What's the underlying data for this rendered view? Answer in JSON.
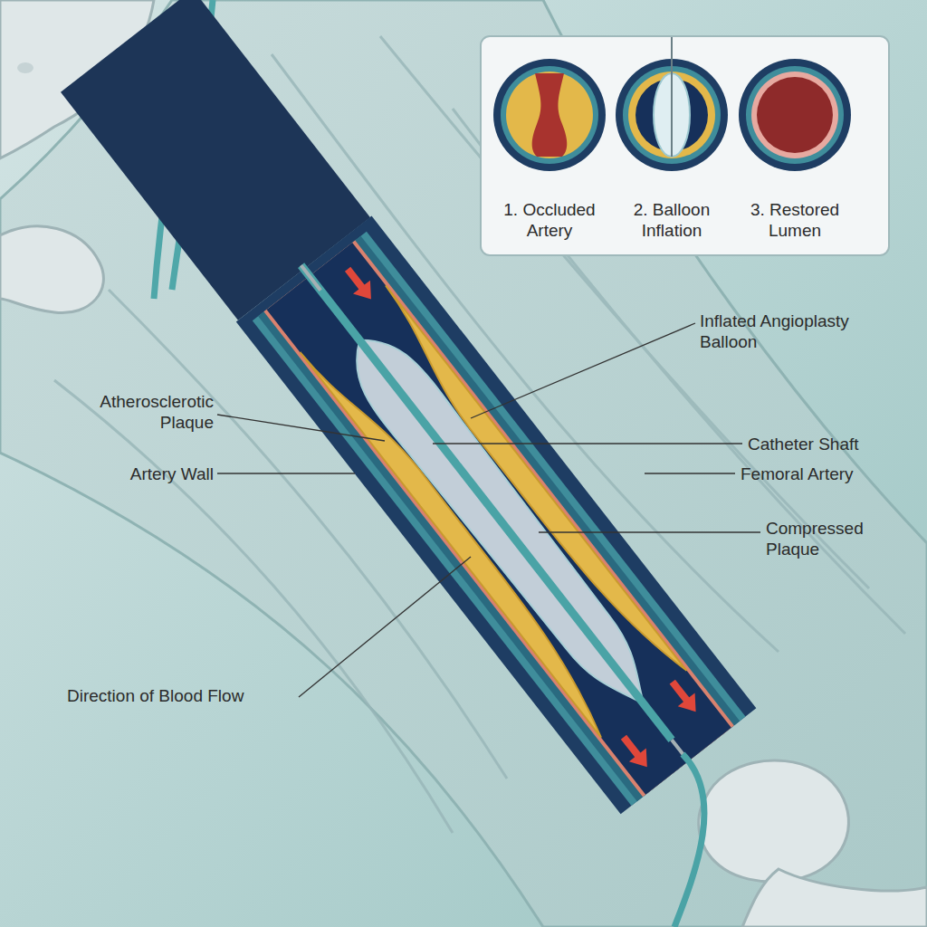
{
  "diagram": {
    "labels": [
      "Inflated Angioplasty Balloon",
      "Atherosclerotic Plaque",
      "Catheter Shaft",
      "Artery Wall",
      "Femoral Artery",
      "Compressed Plaque",
      "Direction of Blood Flow",
      "1. Occluded Artery",
      "2. Balloon Inflation",
      "3. Restored Lumen"
    ]
  }
}
